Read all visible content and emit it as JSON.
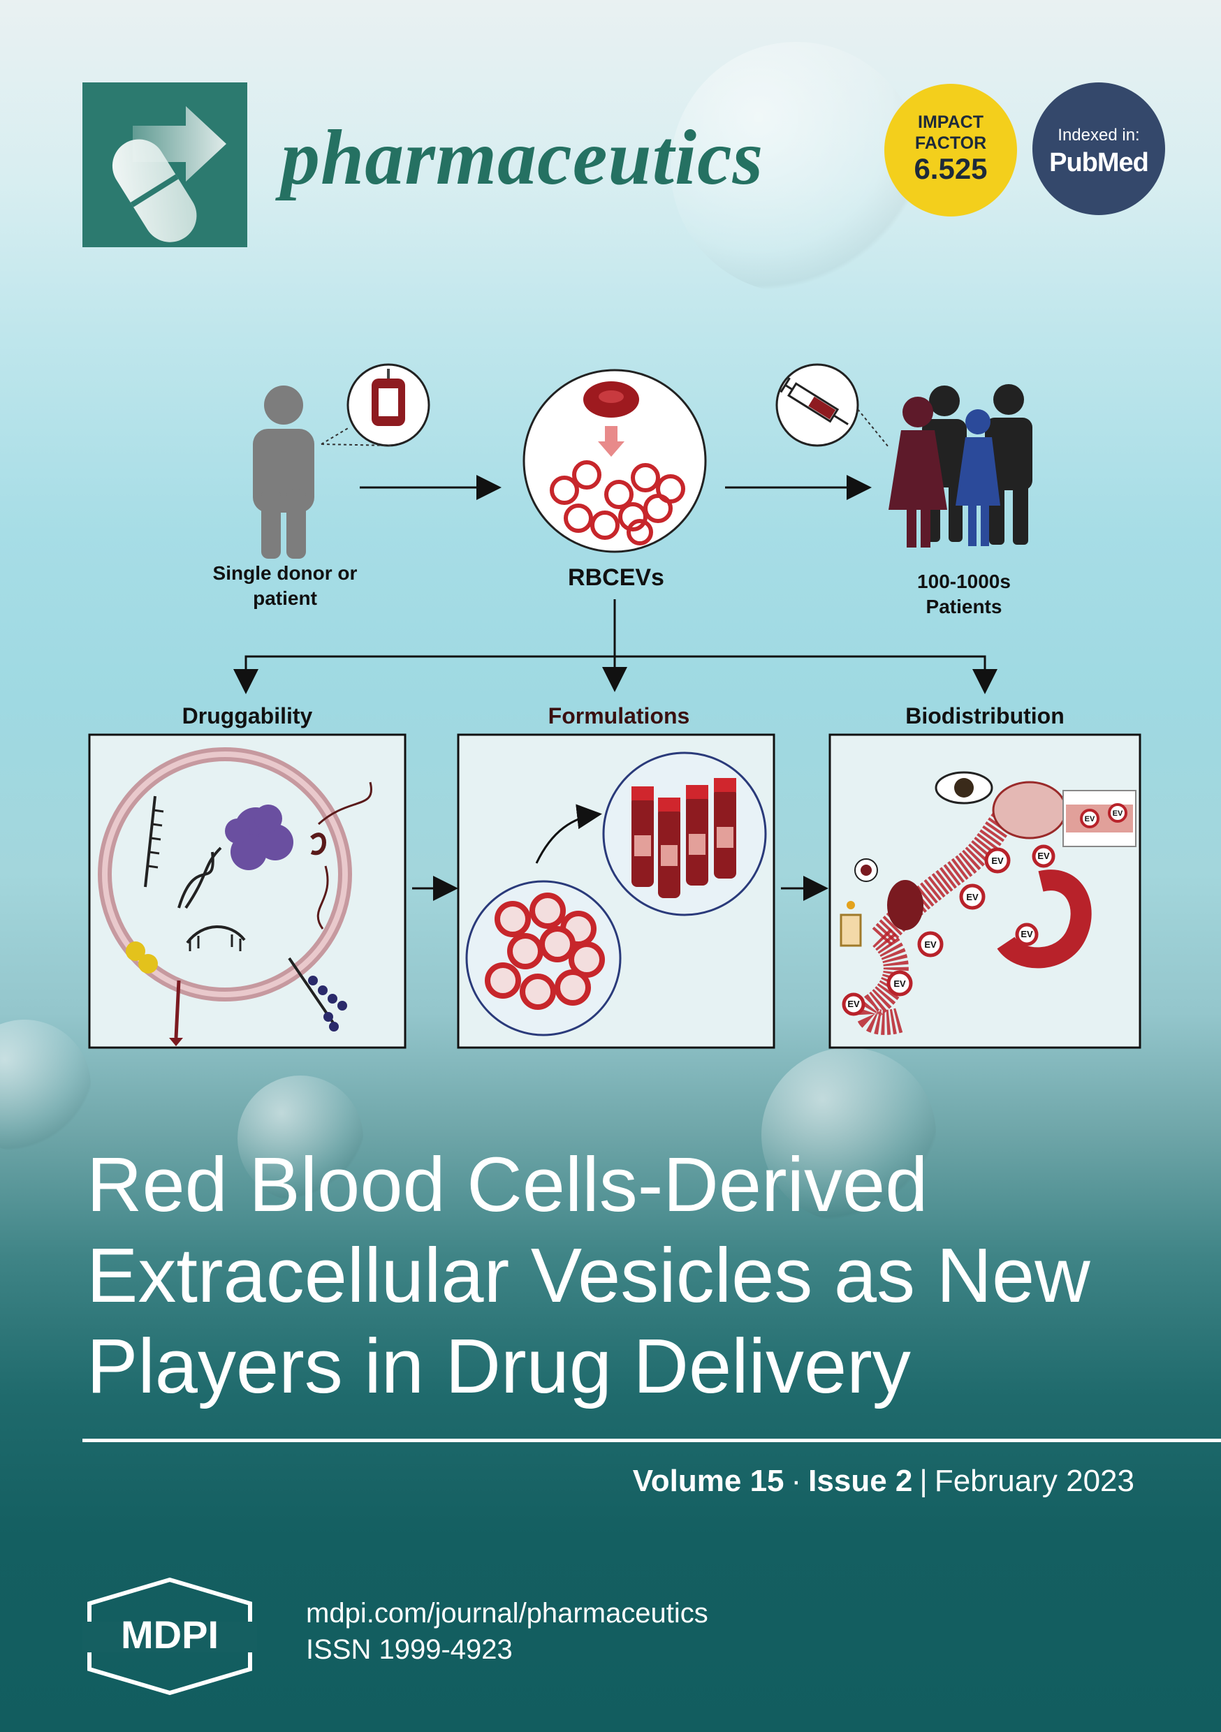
{
  "journal": {
    "name": "pharmaceutics",
    "impact_factor_label_1": "IMPACT",
    "impact_factor_label_2": "FACTOR",
    "impact_factor_value": "6.525",
    "indexed_label": "Indexed in:",
    "indexed_service": "PubMed",
    "brand_color": "#2c7a6f",
    "badge_yellow": "#f3cf1c",
    "badge_navy": "#34486b"
  },
  "graphic": {
    "donor_label_1": "Single donor or",
    "donor_label_2": "patient",
    "rbcev_label": "RBCEVs",
    "patients_label_1": "100-1000s",
    "patients_label_2": "Patients",
    "panel_1_title": "Druggability",
    "panel_2_title": "Formulations",
    "panel_3_title": "Biodistribution",
    "ev_tag": "EV"
  },
  "article": {
    "title": "Red Blood Cells-Derived Extracellular Vesicles as New Players in Drug Delivery"
  },
  "issue": {
    "volume": "Volume 15",
    "issue": "Issue 2",
    "date": "February 2023"
  },
  "publisher": {
    "name": "MDPI",
    "url": "mdpi.com/journal/pharmaceutics",
    "issn": "ISSN 1999-4923"
  }
}
